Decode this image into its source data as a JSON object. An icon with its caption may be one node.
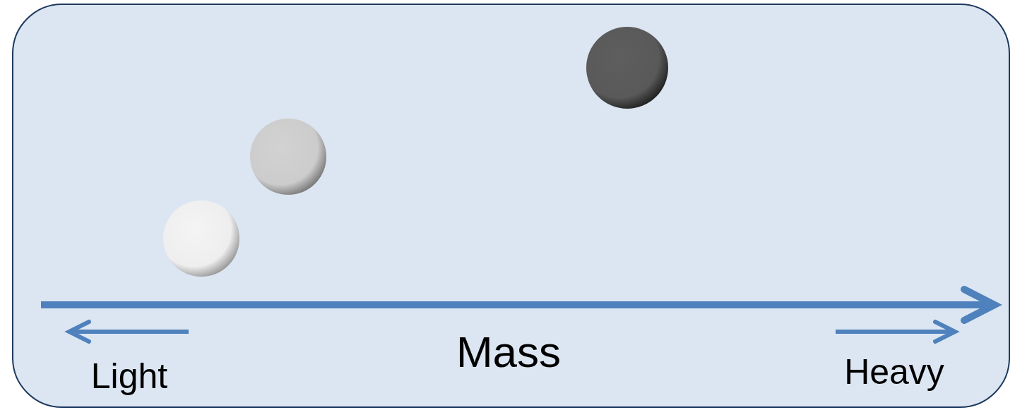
{
  "diagram": {
    "labels": [
      "Mass",
      "Light",
      "Heavy"
    ]
  }
}
